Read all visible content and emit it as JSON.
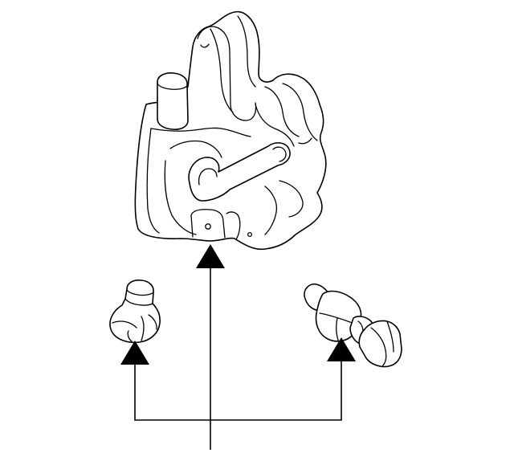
{
  "diagram": {
    "type": "parts-exploded-view",
    "parts": [
      {
        "id": "latch-assembly",
        "callout": ""
      },
      {
        "id": "small-bumper",
        "callout": ""
      },
      {
        "id": "striker-bolt",
        "callout": ""
      }
    ],
    "connectors": [
      {
        "from": "common-stem",
        "to": "latch-assembly"
      },
      {
        "from": "common-stem",
        "to": "small-bumper"
      },
      {
        "from": "common-stem",
        "to": "striker-bolt"
      }
    ],
    "colors": {
      "line": "#000000",
      "fill": "#ffffff",
      "background": "#ffffff"
    }
  }
}
